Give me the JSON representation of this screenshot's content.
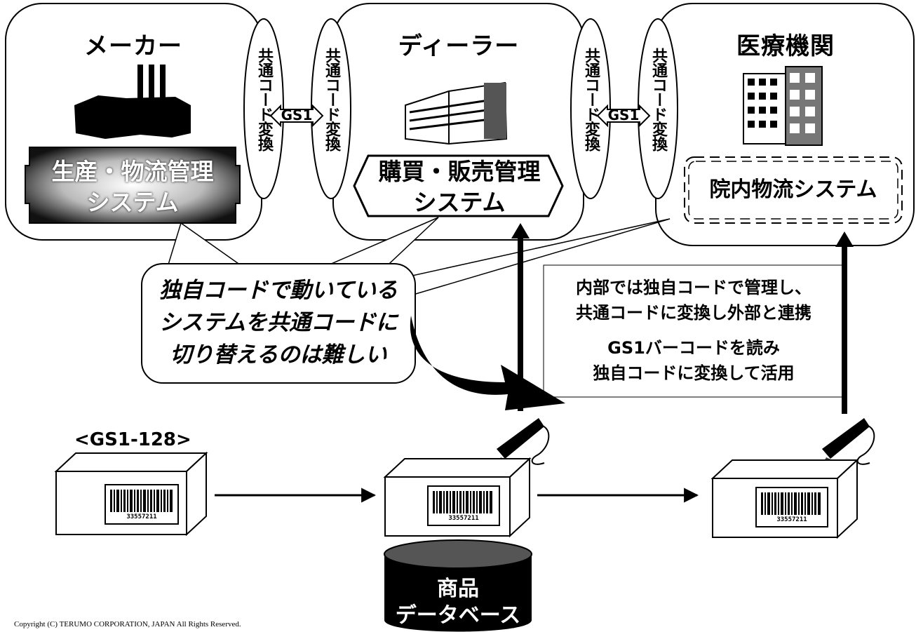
{
  "entities": {
    "maker": {
      "title": "メーカー",
      "system_line1": "生産・物流管理",
      "system_line2": "システム"
    },
    "dealer": {
      "title": "ディーラー",
      "system_line1": "購買・販売管理",
      "system_line2": "システム"
    },
    "hospital": {
      "title": "医療機関",
      "system_line1": "院内物流システム"
    }
  },
  "converters": {
    "label": "共通コード変換",
    "gs1": "GS1"
  },
  "callout": {
    "line1": "独自コードで動いている",
    "line2": "システムを共通コードに",
    "line3": "切り替えるのは難しい"
  },
  "note": {
    "line1": "内部では独自コードで管理し、",
    "line2": "共通コードに変換し外部と連携",
    "line3": "GS1バーコードを読み",
    "line4": "独自コードに変換して活用"
  },
  "barcode_type": "<GS1-128>",
  "barcode_number": "33557211",
  "database": {
    "line1": "商品",
    "line2": "データベース"
  },
  "copyright": "Copyright (C) TERUMO CORPORATION, JAPAN All Rights Reserved."
}
